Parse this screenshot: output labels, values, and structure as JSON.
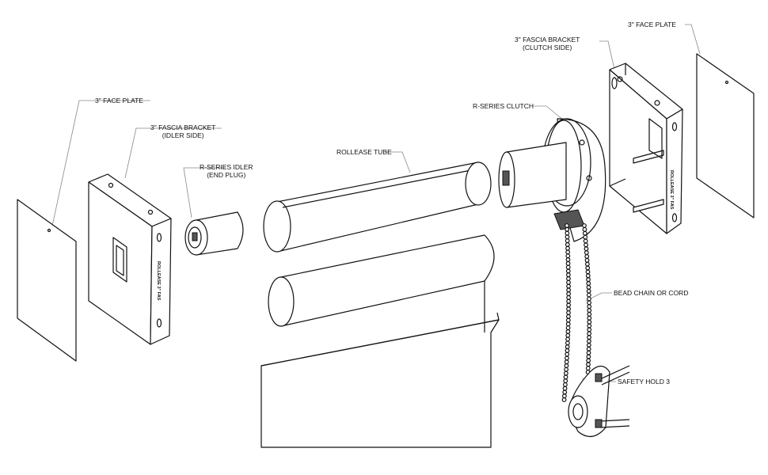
{
  "labels": {
    "face_plate_left": "3\" FACE PLATE",
    "fascia_idler_line1": "3\" FASCIA BRACKET",
    "fascia_idler_line2": "(IDLER SIDE)",
    "idler_line1": "R-SERIES IDLER",
    "idler_line2": "(END PLUG)",
    "tube": "ROLLEASE TUBE",
    "clutch": "R-SERIES CLUTCH",
    "fascia_clutch_line1": "3\" FASCIA BRACKET",
    "fascia_clutch_line2": "(CLUTCH SIDE)",
    "face_plate_right": "3\" FACE PLATE",
    "bead_chain": "BEAD CHAIN OR CORD",
    "safety_hold": "SAFETY HOLD 3"
  },
  "engraving": "ROLLEASE 3\" FAS"
}
